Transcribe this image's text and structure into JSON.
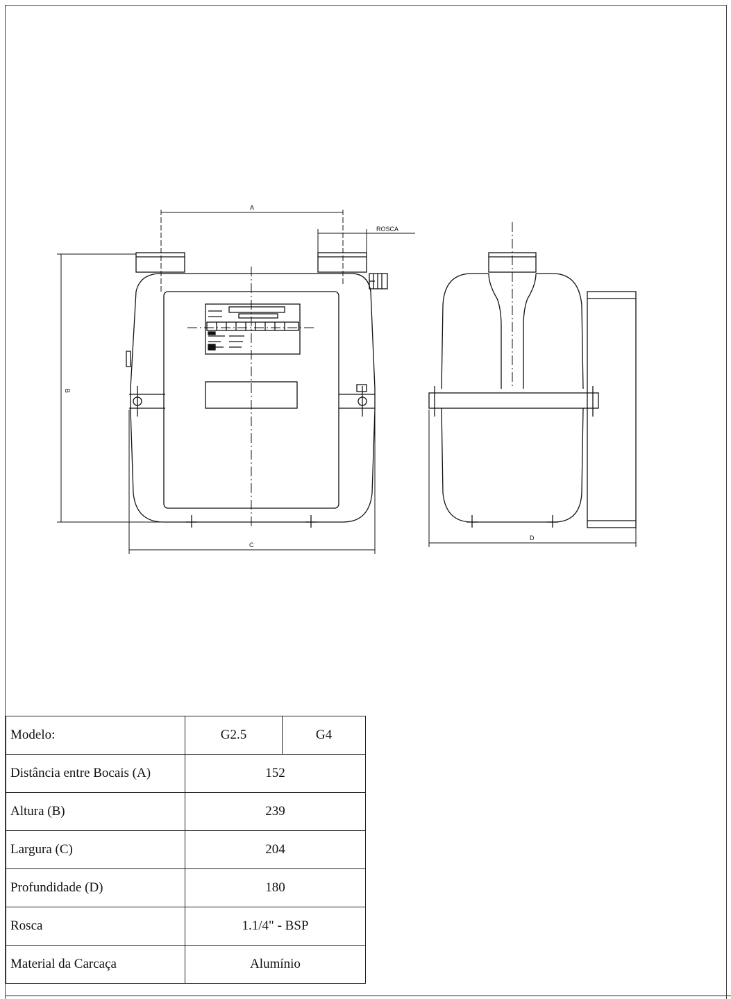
{
  "drawing": {
    "labels": {
      "a": "A",
      "b": "B",
      "c": "C",
      "d": "D",
      "rosca": "ROSCA"
    }
  },
  "table": {
    "header": {
      "label": "Modelo:",
      "model_1": "G2.5",
      "model_2": "G4"
    },
    "rows": [
      {
        "label": "Distância entre Bocais (A)",
        "value": "152"
      },
      {
        "label": "Altura (B)",
        "value": "239"
      },
      {
        "label": "Largura (C)",
        "value": "204"
      },
      {
        "label": "Profundidade (D)",
        "value": "180"
      },
      {
        "label": "Rosca",
        "value": "1.1/4\" - BSP"
      },
      {
        "label": "Material da Carcaça",
        "value": "Alumínio"
      }
    ]
  }
}
